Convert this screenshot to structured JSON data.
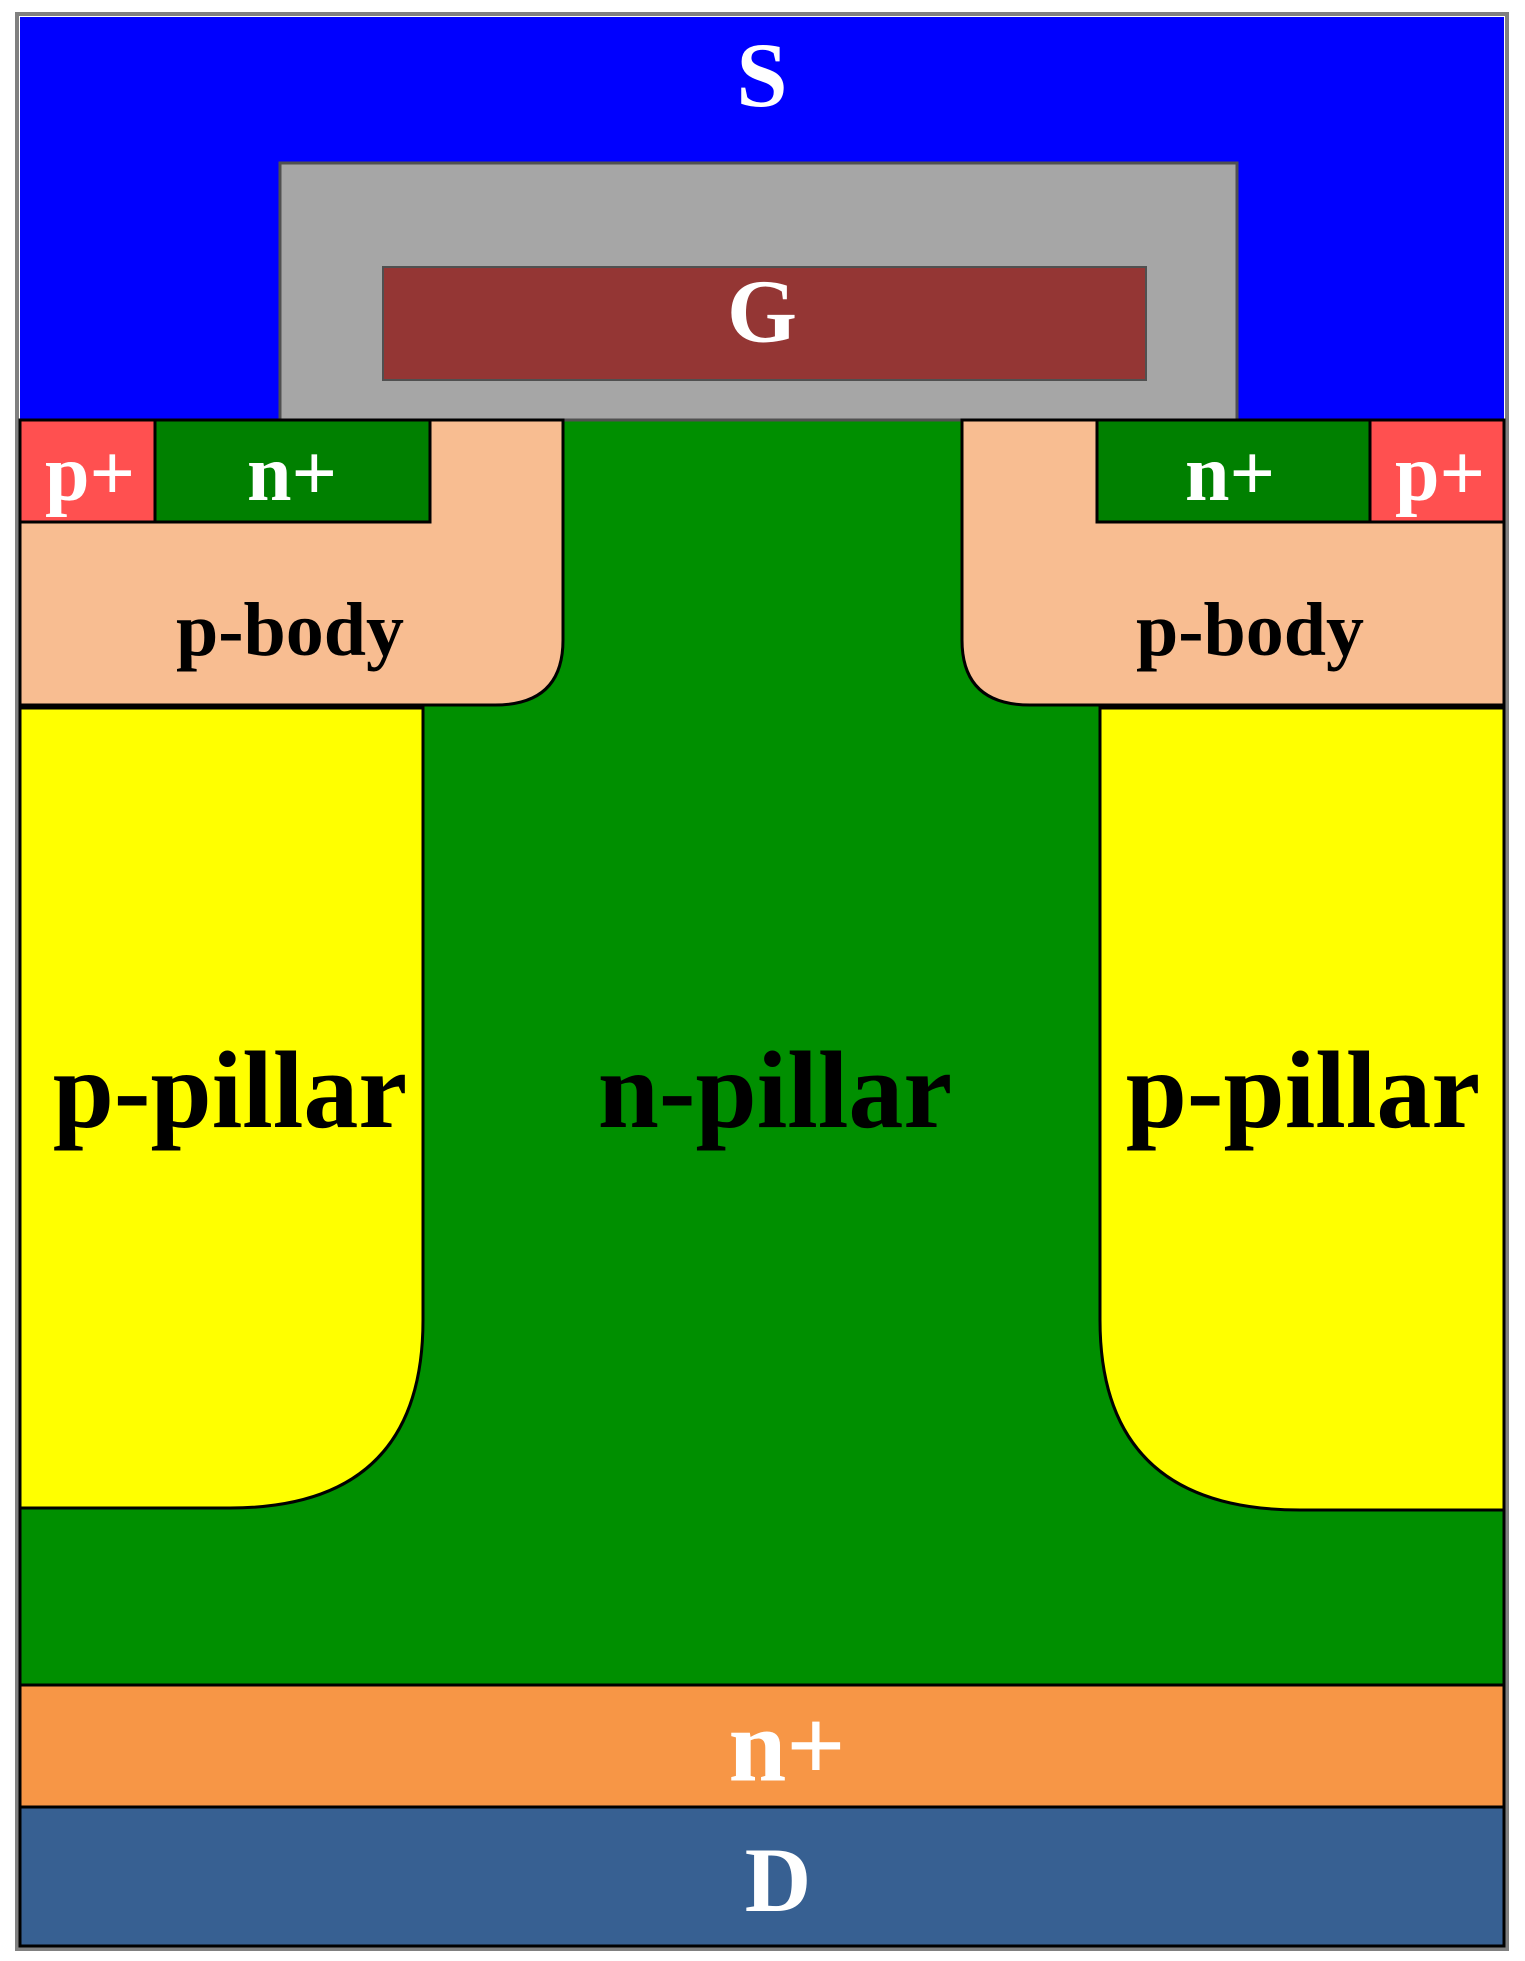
{
  "labels": {
    "source": "S",
    "gate": "G",
    "p_plus_left": "p+",
    "n_plus_left": "n+",
    "n_plus_right": "n+",
    "p_plus_right": "p+",
    "p_body_left": "p-body",
    "p_body_right": "p-body",
    "p_pillar_left": "p-pillar",
    "n_pillar": "n-pillar",
    "p_pillar_right": "p-pillar",
    "n_plus_substrate": "n+",
    "drain": "D"
  },
  "colors": {
    "source_metal": "#0000ff",
    "gate_oxide": "#a6a6a6",
    "gate_poly": "#943634",
    "p_plus": "#ff5050",
    "n_plus_contact": "#008000",
    "p_body": "#f8bd91",
    "p_pillar": "#ffff00",
    "n_pillar": "#008f00",
    "n_plus_substrate": "#f79646",
    "drain_metal": "#376092"
  }
}
